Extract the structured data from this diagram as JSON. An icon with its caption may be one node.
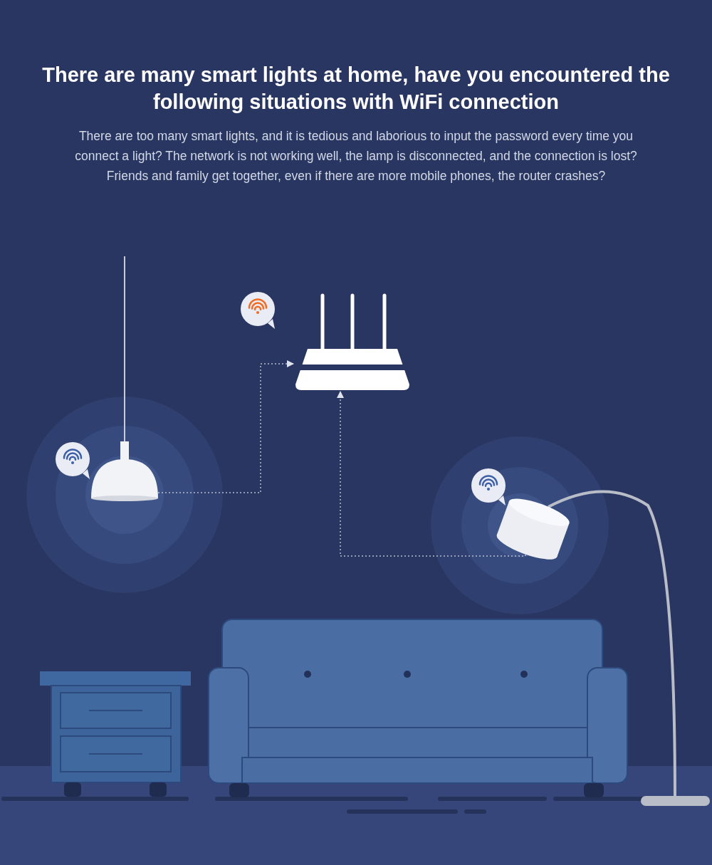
{
  "diagram": {
    "title": "There are many smart lights at home, have you encountered the following situations with WiFi connection",
    "caption": "There are too many smart lights, and it is tedious and laborious to input the password every time you connect a light? The network is not working well, the lamp is disconnected, and the connection is lost? Friends and family get together, even if there are more mobile phones, the router crashes?",
    "nodes": [
      {
        "text": [],
        "shape": "picture"
      },
      {
        "text": [],
        "shape": "picture"
      },
      {
        "text": [],
        "shape": "picture"
      }
    ],
    "edges": [
      {
        "from": 1,
        "to": 0,
        "arrow": "to",
        "style": "dashed"
      },
      {
        "from": 2,
        "to": 0,
        "arrow": "to",
        "style": "dashed"
      }
    ]
  }
}
